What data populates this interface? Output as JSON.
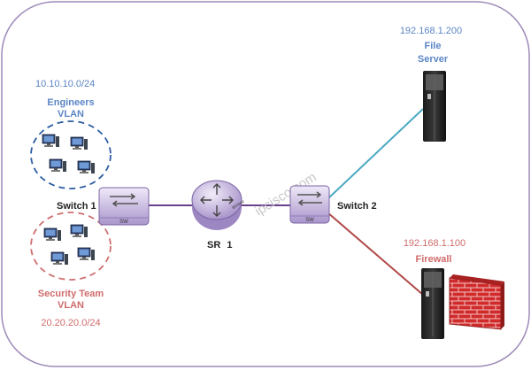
{
  "colors": {
    "frame": "#9e8ab8",
    "blue_text": "#5b86c5",
    "red_text": "#d06b6b",
    "link_router": "#6a3f8e",
    "link_server": "#4aa8c2",
    "link_firewall": "#b04848",
    "device_purple": "#b9a6d8",
    "dark_text": "#222222"
  },
  "engineers_vlan": {
    "subnet": "10.10.10.0/24",
    "name_line1": "Engineers",
    "name_line2": "VLAN"
  },
  "security_vlan": {
    "name_line1": "Security Team",
    "name_line2": "VLAN",
    "subnet": "20.20.20.0/24"
  },
  "switch1": {
    "label": "Switch 1",
    "badge": "SW"
  },
  "switch2": {
    "label": "Switch 2",
    "badge": "SW"
  },
  "router": {
    "label": "SR 1",
    "badge": "ipcisco"
  },
  "file_server": {
    "ip": "192.168.1.200",
    "name_line1": "File",
    "name_line2": "Server"
  },
  "firewall": {
    "ip": "192.168.1.100",
    "name": "Firewall"
  },
  "watermark": "ipcisco.com"
}
